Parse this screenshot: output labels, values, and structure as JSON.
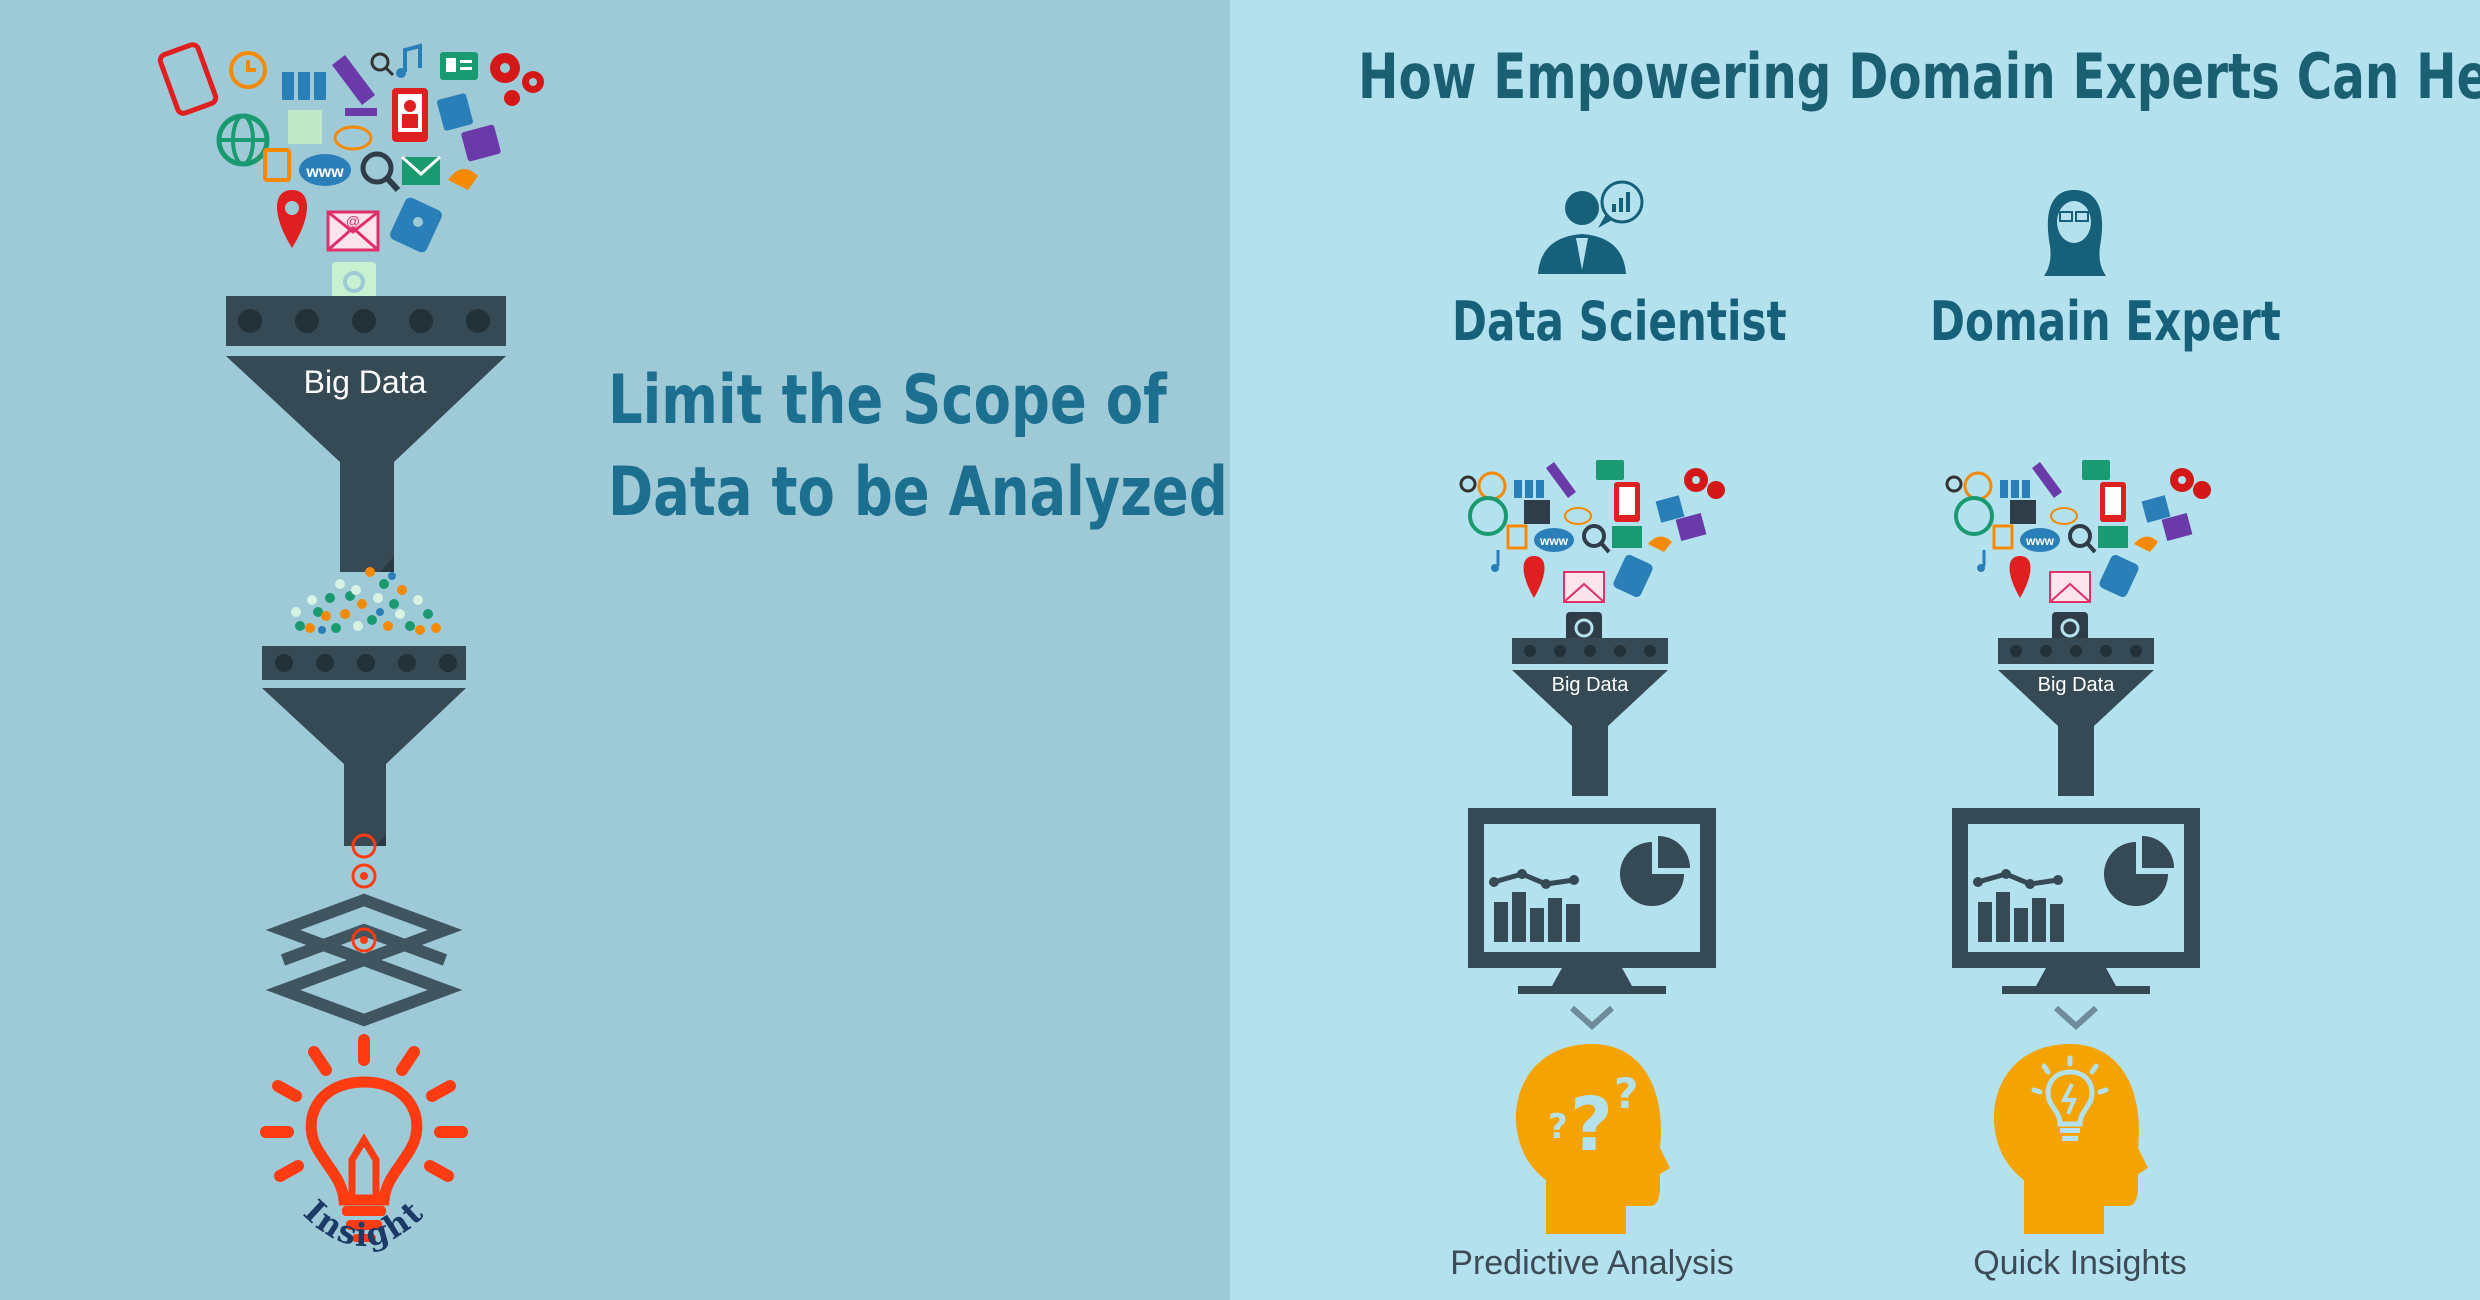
{
  "left": {
    "headline_line1": "Limit the Scope of",
    "headline_line2": "Data to be Analyzed",
    "funnel_label": "Big Data",
    "insight_label": "Insight"
  },
  "right": {
    "title": "How Empowering Domain Experts Can Help?",
    "columns": [
      {
        "role": "Data Scientist",
        "funnel_label": "Big Data",
        "outcome": "Predictive Analysis",
        "head_icon": "question-marks-head-icon"
      },
      {
        "role": "Domain Expert",
        "funnel_label": "Big Data",
        "outcome": "Quick Insights",
        "head_icon": "lightbulb-head-icon"
      }
    ]
  },
  "colors": {
    "left_background": "#9ecad8",
    "right_background": "#b3e1ee",
    "headline_blue": "#1c6f8f",
    "funnel_dark": "#354a55",
    "accent_orange": "#f5a300",
    "insight_red": "#ff3b12"
  }
}
